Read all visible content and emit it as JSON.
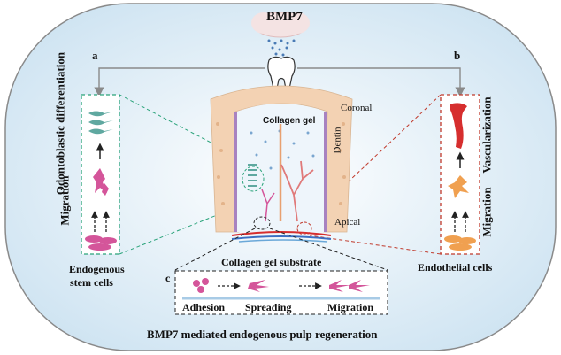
{
  "cloud": {
    "label": "BMP7"
  },
  "panels": {
    "a": {
      "letter": "a",
      "vertical_label_1": "Odontoblastic differentiation",
      "vertical_label_2": "Migration",
      "caption_line1": "Endogenous",
      "caption_line2": "stem cells"
    },
    "b": {
      "letter": "b",
      "vertical_label_1": "Vascularization",
      "vertical_label_2": "Migration",
      "caption": "Endothelial cells"
    },
    "c": {
      "letter": "c",
      "title": "Collagen gel substrate",
      "steps": [
        "Adhesion",
        "Spreading",
        "Migration"
      ]
    }
  },
  "tooth": {
    "gel_label": "Collagen gel",
    "coronal": "Coronal",
    "dentin": "Dentin",
    "apical": "Apical"
  },
  "colors": {
    "frame": "#8a8a8a",
    "background": "#d3e6f2",
    "green_dash": "#2aa37a",
    "red_dash": "#c0392b",
    "stem_cell": "#d4559a",
    "endothelial": "#f0a050",
    "vessel": "#d62e2e",
    "dentin": "#f3d2b3",
    "odontoblast": "#5fa8a0"
  },
  "footer": {
    "title": "BMP7 mediated endogenous pulp regeneration"
  }
}
